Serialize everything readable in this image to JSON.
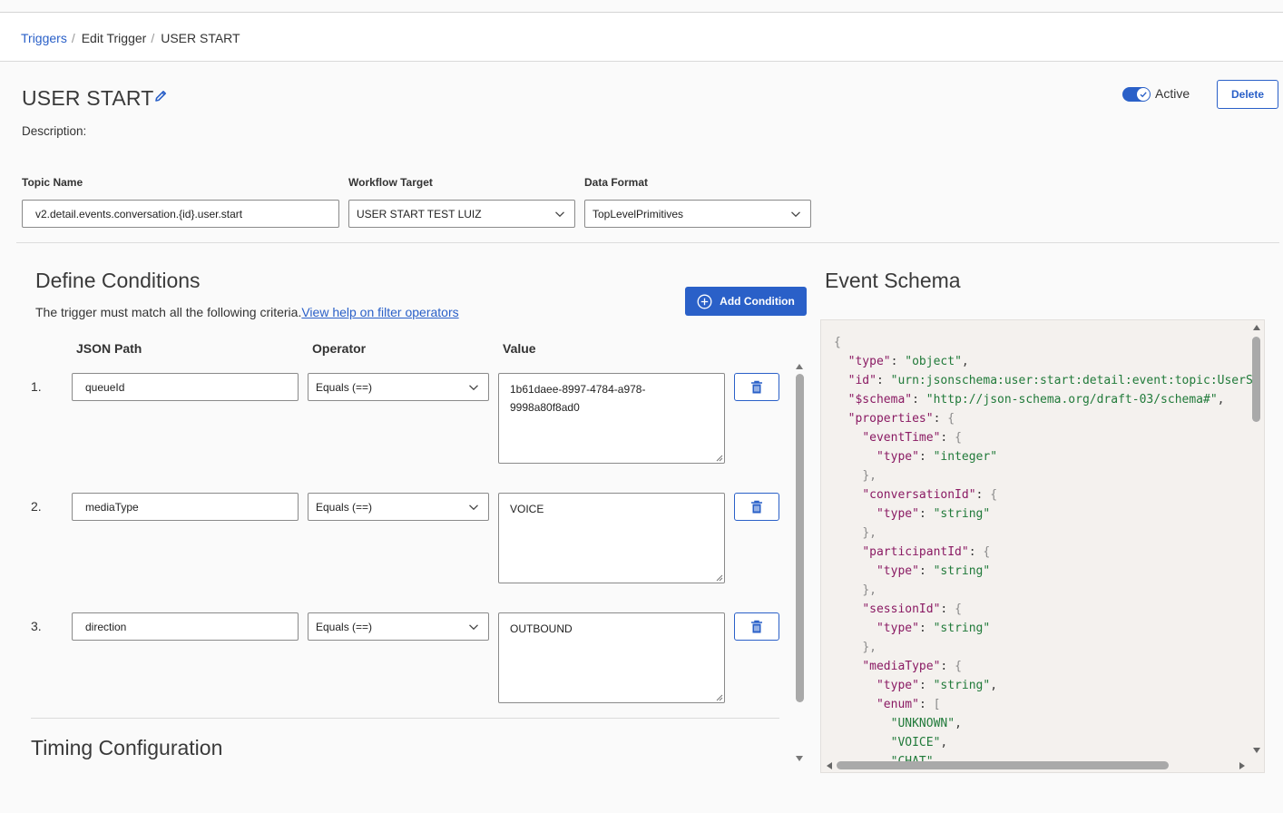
{
  "breadcrumb": {
    "triggers": "Triggers",
    "sep": "/",
    "edit_trigger": "Edit Trigger",
    "current": "USER START"
  },
  "header": {
    "title": "USER START",
    "description_label": "Description:",
    "active_label": "Active",
    "active": true,
    "delete_label": "Delete"
  },
  "fields": {
    "topic_label": "Topic Name",
    "topic_value": "v2.detail.events.conversation.{id}.user.start",
    "workflow_label": "Workflow Target",
    "workflow_value": "USER START TEST LUIZ",
    "format_label": "Data Format",
    "format_value": "TopLevelPrimitives"
  },
  "conditions": {
    "title": "Define Conditions",
    "criteria_text": "The trigger must match all the following criteria.",
    "help_link": "View help on filter operators",
    "add_label": "Add Condition",
    "col_path": "JSON Path",
    "col_operator": "Operator",
    "col_value": "Value",
    "rows": [
      {
        "num": "1.",
        "path": "queueId",
        "operator": "Equals (==)",
        "value": "1b61daee-8997-4784-a978-9998a80f8ad0"
      },
      {
        "num": "2.",
        "path": "mediaType",
        "operator": "Equals (==)",
        "value": "VOICE"
      },
      {
        "num": "3.",
        "path": "direction",
        "operator": "Equals (==)",
        "value": "OUTBOUND"
      }
    ]
  },
  "timing": {
    "title": "Timing Configuration"
  },
  "schema": {
    "title": "Event Schema",
    "id_value": "\"urn:jsonschema:user:start:detail:event:topic:UserSt",
    "schema_value": "\"http://json-schema.org/draft-03/schema#\""
  },
  "colors": {
    "accent": "#2a60c8",
    "key": "#8a1a63",
    "string": "#217a3a",
    "panel": "#f4f1ee"
  },
  "icons": [
    "pencil-icon",
    "check-icon",
    "plus-circle-icon",
    "chevron-down-icon",
    "trash-icon"
  ]
}
